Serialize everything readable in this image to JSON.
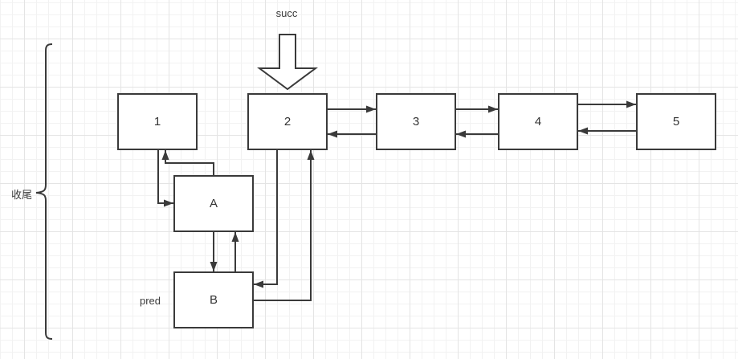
{
  "diagram": {
    "nodes": [
      {
        "id": "n1",
        "label": "1"
      },
      {
        "id": "n2",
        "label": "2"
      },
      {
        "id": "n3",
        "label": "3"
      },
      {
        "id": "n4",
        "label": "4"
      },
      {
        "id": "n5",
        "label": "5"
      },
      {
        "id": "nA",
        "label": "A"
      },
      {
        "id": "nB",
        "label": "B"
      }
    ],
    "annotations": {
      "succ": "succ",
      "pred": "pred",
      "brace": "收尾"
    },
    "edges": [
      {
        "from": "2",
        "to": "3",
        "style": "arrow"
      },
      {
        "from": "3",
        "to": "2",
        "style": "arrow"
      },
      {
        "from": "3",
        "to": "4",
        "style": "arrow"
      },
      {
        "from": "4",
        "to": "3",
        "style": "arrow"
      },
      {
        "from": "4",
        "to": "5",
        "style": "arrow"
      },
      {
        "from": "5",
        "to": "4",
        "style": "arrow"
      },
      {
        "from": "1",
        "to": "A",
        "style": "arrow"
      },
      {
        "from": "A",
        "to": "1",
        "style": "arrow"
      },
      {
        "from": "A",
        "to": "B",
        "style": "arrow"
      },
      {
        "from": "B",
        "to": "A",
        "style": "arrow"
      },
      {
        "from": "2",
        "to": "B",
        "style": "arrow"
      },
      {
        "from": "B",
        "to": "2",
        "style": "arrow"
      },
      {
        "from": "succ",
        "to": "2",
        "style": "block-arrow"
      }
    ],
    "colors": {
      "stroke": "#3a3a3a",
      "box_fill": "#ffffff",
      "text": "#333333",
      "grid_minor": "#f2f2f2",
      "grid_major": "#e4e4e4",
      "background": "#ffffff"
    }
  }
}
